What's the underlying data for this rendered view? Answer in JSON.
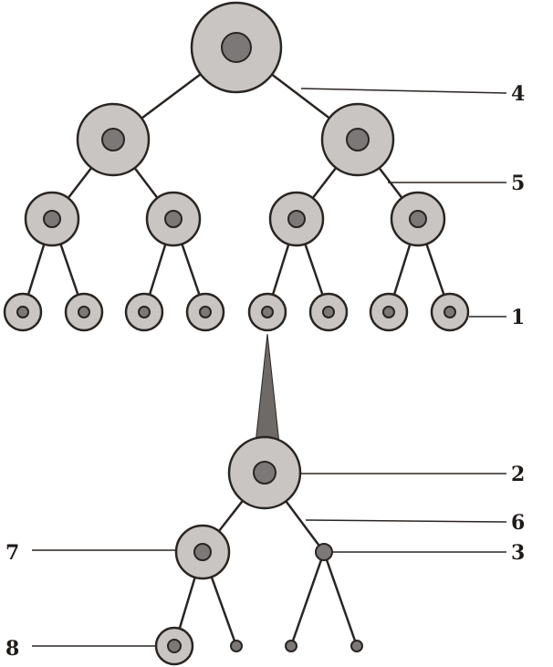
{
  "labels": {
    "label_4": "4",
    "label_5": "5",
    "label_1": "1",
    "label_2": "2",
    "label_6": "6",
    "label_3": "3",
    "label_7": "7",
    "label_8": "8"
  },
  "colors": {
    "outer_fill": "#c8c5c2",
    "inner_fill": "#7b7877",
    "stroke": "#2a2522",
    "connector": "#6e6a68"
  }
}
